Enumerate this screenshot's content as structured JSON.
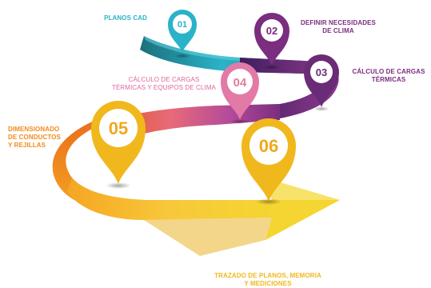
{
  "steps": [
    {
      "number": "01",
      "label_lines": [
        "PLANOS CAD"
      ],
      "color": "#2ab3c8"
    },
    {
      "number": "02",
      "label_lines": [
        "DEFINIR NECESIDADES",
        "DE CLIMA"
      ],
      "color": "#7b2d7f"
    },
    {
      "number": "03",
      "label_lines": [
        "CÁLCULO DE CARGAS",
        "TÉRMICAS"
      ],
      "color": "#7b2d7f"
    },
    {
      "number": "04",
      "label_lines": [
        "CÁLCULO DE CARGAS",
        "TÉRMICAS Y EQUIPOS DE CLIMA"
      ],
      "color": "#e0669f"
    },
    {
      "number": "05",
      "label_lines": [
        "DIMENSIONADO",
        "DE CONDUCTOS",
        "Y REJILLAS"
      ],
      "color": "#f08a1c"
    },
    {
      "number": "06",
      "label_lines": [
        "TRAZADO DE PLANOS, MEMORIA",
        "Y MEDICIONES"
      ],
      "color": "#f0b81c"
    }
  ],
  "colors": {
    "teal": "#2ab3c8",
    "teal_dark": "#1f7f8e",
    "purple": "#7b2d7f",
    "purple_dark": "#5a1f5e",
    "pink": "#e0669f",
    "orange": "#f08a1c",
    "orange_dark": "#d9651a",
    "yellow": "#f5d531",
    "gold": "#f0b81c"
  }
}
